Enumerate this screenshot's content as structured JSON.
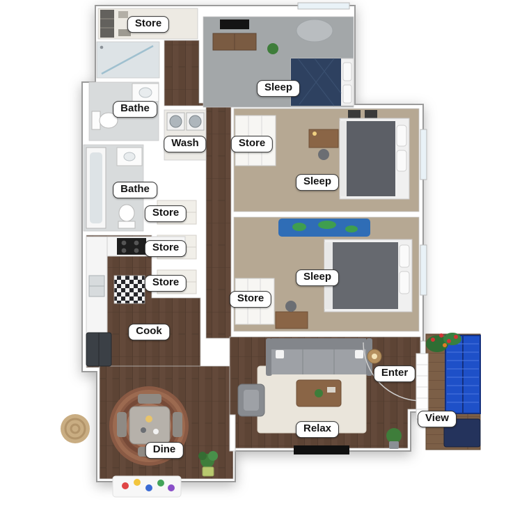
{
  "figure": {
    "type": "3d-apartment-floor-plan",
    "background": "#ffffff"
  },
  "rooms": {
    "labels": [
      {
        "id": "store-top",
        "text": "Store"
      },
      {
        "id": "sleep-1",
        "text": "Sleep"
      },
      {
        "id": "bathe-1",
        "text": "Bathe"
      },
      {
        "id": "wash",
        "text": "Wash"
      },
      {
        "id": "store-hall-1",
        "text": "Store"
      },
      {
        "id": "sleep-2",
        "text": "Sleep"
      },
      {
        "id": "bathe-2",
        "text": "Bathe"
      },
      {
        "id": "store-left-1",
        "text": "Store"
      },
      {
        "id": "store-left-2",
        "text": "Store"
      },
      {
        "id": "store-left-3",
        "text": "Store"
      },
      {
        "id": "sleep-3",
        "text": "Sleep"
      },
      {
        "id": "store-hall-2",
        "text": "Store"
      },
      {
        "id": "cook",
        "text": "Cook"
      },
      {
        "id": "enter",
        "text": "Enter"
      },
      {
        "id": "view",
        "text": "View"
      },
      {
        "id": "relax",
        "text": "Relax"
      },
      {
        "id": "dine",
        "text": "Dine"
      }
    ]
  },
  "colors": {
    "wood_floor": "#5d4435",
    "bedroom_carpet": "#b6a893",
    "bedroom1_carpet": "#a3a7a9",
    "bath_tile": "#d8dbdc",
    "balcony_door_blue": "#1e50c8",
    "navy_duvet": "#2e4160",
    "gray_duvet": "#5c5f66",
    "sofa_gray": "#9ea1a6",
    "dining_rug": "#8a5a44",
    "label_border": "#2f2f2f"
  }
}
